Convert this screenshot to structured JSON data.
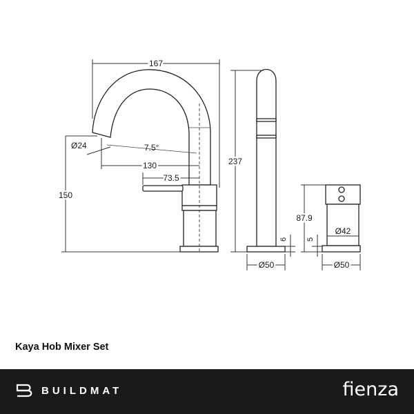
{
  "product_title": "Kaya Hob Mixer Set",
  "brand_left": "BUILDMAT",
  "brand_right": "fienza",
  "dimensions": {
    "overall_reach": "167",
    "outlet_diameter": "Ø24",
    "angle": "7.5°",
    "outlet_reach": "130",
    "handle_reach": "73.5",
    "outlet_height": "150",
    "total_height": "237",
    "base_thickness_left": "6",
    "base_diameter_left": "Ø50",
    "control_height": "87.9",
    "control_diameter": "Ø42",
    "base_thickness_right": "5",
    "base_diameter_right": "Ø50"
  },
  "colors": {
    "footer": "#1a1a1a",
    "line": "#222222"
  }
}
